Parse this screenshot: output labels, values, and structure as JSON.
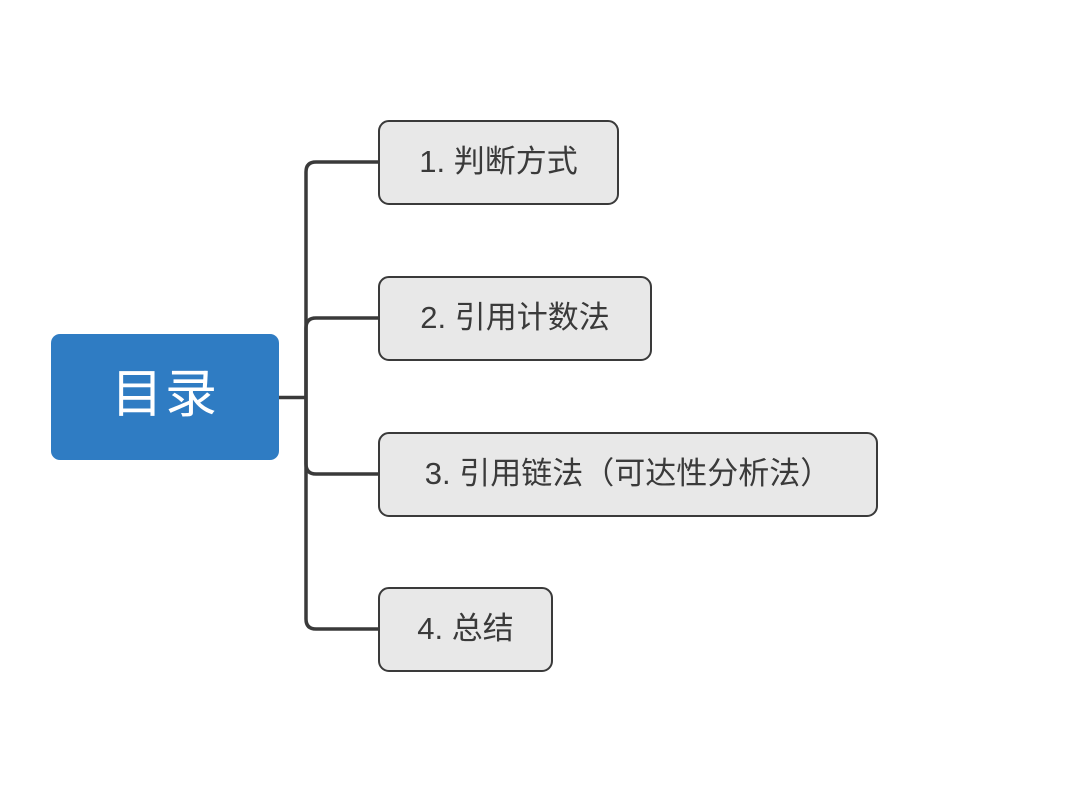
{
  "diagram": {
    "type": "mindmap",
    "title": "目录",
    "background_color": "#FFFFFF",
    "root": {
      "label": "目录",
      "fill_color": "#2F7CC3",
      "text_color": "#FFFFFF"
    },
    "branch_style": {
      "line_color": "#3A3A3A",
      "node_fill_color": "#E8E8E8",
      "node_border_color": "#3A3A3A",
      "node_text_color": "#3A3A3A"
    },
    "children": [
      {
        "index": "1",
        "label": "1. 判断方式"
      },
      {
        "index": "2",
        "label": "2. 引用计数法"
      },
      {
        "index": "3",
        "label": "3. 引用链法（可达性分析法）"
      },
      {
        "index": "4",
        "label": "4. 总结"
      }
    ]
  }
}
